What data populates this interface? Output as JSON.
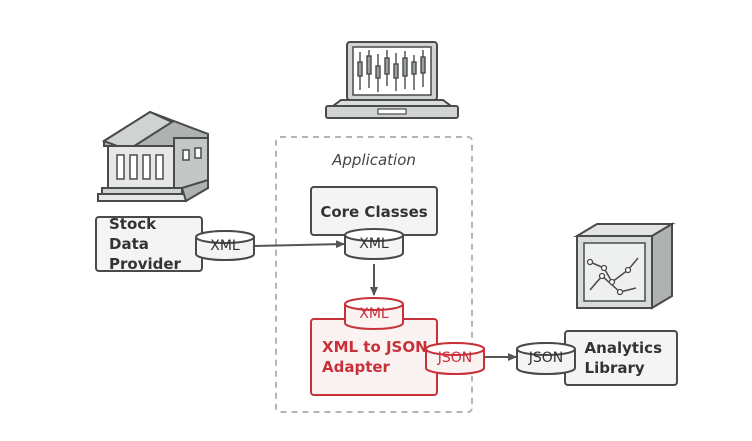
{
  "application_label": "Application",
  "boxes": {
    "stock_provider": "Stock Data\nProvider",
    "core_classes": "Core Classes",
    "adapter": "XML to JSON\nAdapter",
    "analytics": "Analytics\nLibrary"
  },
  "cylinders": {
    "provider_xml": "XML",
    "core_xml": "XML",
    "adapter_xml": "XML",
    "adapter_json": "JSON",
    "analytics_json": "JSON"
  },
  "colors": {
    "stroke": "#4a4a4a",
    "accent": "#c8313a",
    "fill": "#f4f4f4",
    "dashed": "#b5b5b5"
  },
  "icons": [
    "bank-building-icon",
    "laptop-chart-icon",
    "analytics-cube-icon"
  ]
}
